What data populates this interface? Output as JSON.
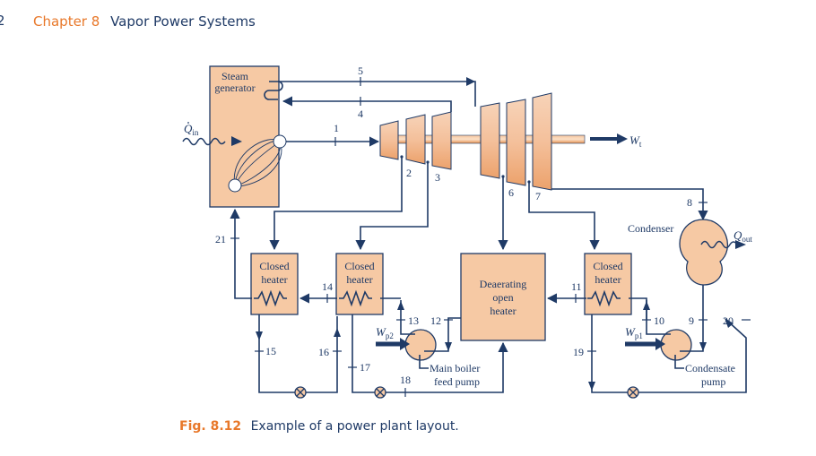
{
  "header": {
    "page_number": "2",
    "chapter_label": "Chapter 8",
    "chapter_title": "Vapor Power Systems"
  },
  "caption": {
    "figure_label": "Fig. 8.12",
    "text": "Example of a power plant layout."
  },
  "colors": {
    "accent_orange": "#e8782a",
    "line_navy": "#1f3a66",
    "component_fill": "#f6c9a4"
  },
  "diagram": {
    "components": {
      "steam_generator": [
        "Steam",
        "generator"
      ],
      "condenser": "Condenser",
      "closed_heater_1": [
        "Closed",
        "heater"
      ],
      "closed_heater_2": [
        "Closed",
        "heater"
      ],
      "closed_heater_3": [
        "Closed",
        "heater"
      ],
      "open_heater": [
        "Deaerating",
        "open",
        "heater"
      ],
      "main_pump": [
        "Main boiler",
        "feed pump"
      ],
      "condensate_pump": [
        "Condensate",
        "pump"
      ]
    },
    "energy": {
      "q_in": {
        "base": "Q",
        "sub": "in"
      },
      "q_out": {
        "base": "Q",
        "sub": "out"
      },
      "w_t": {
        "base": "W",
        "sub": "t"
      },
      "w_p1": {
        "base": "W",
        "sub": "p1"
      },
      "w_p2": {
        "base": "W",
        "sub": "p2"
      }
    },
    "states": [
      "1",
      "2",
      "3",
      "4",
      "5",
      "6",
      "7",
      "8",
      "9",
      "10",
      "11",
      "12",
      "13",
      "14",
      "15",
      "16",
      "17",
      "18",
      "19",
      "20",
      "21"
    ]
  }
}
